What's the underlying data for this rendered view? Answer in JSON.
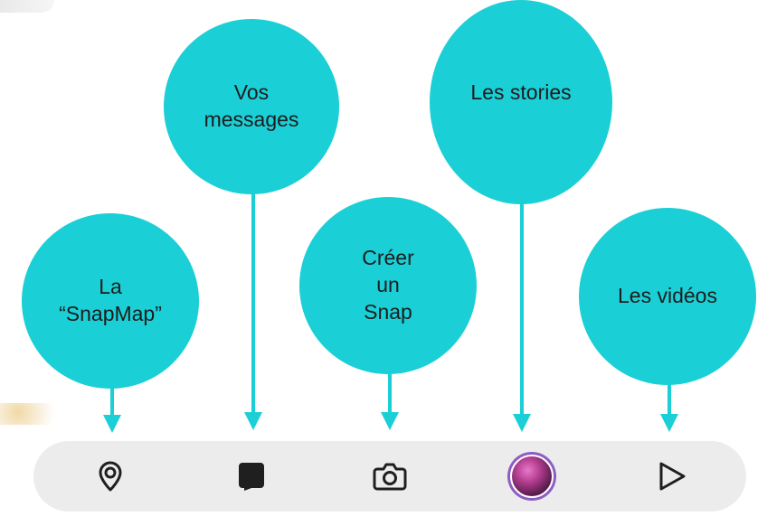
{
  "annotations": [
    {
      "id": "snapmap",
      "text": "La\n“SnapMap”"
    },
    {
      "id": "messages",
      "text": "Vos\nmessages"
    },
    {
      "id": "create",
      "text": "Créer\nun\nSnap"
    },
    {
      "id": "stories",
      "text": "Les stories"
    },
    {
      "id": "videos",
      "text": "Les vidéos"
    }
  ],
  "tab_bar": {
    "items": [
      {
        "name": "map",
        "icon": "location-pin-icon"
      },
      {
        "name": "chat",
        "icon": "chat-bubble-icon"
      },
      {
        "name": "camera",
        "icon": "camera-icon"
      },
      {
        "name": "stories",
        "icon": "story-avatar"
      },
      {
        "name": "spotlight",
        "icon": "play-icon"
      }
    ]
  },
  "colors": {
    "bubble": "#1bcfd6",
    "tab_bar_bg": "#ececec",
    "icon": "#1f1f1f",
    "avatar_ring": "#8e5cc4"
  }
}
